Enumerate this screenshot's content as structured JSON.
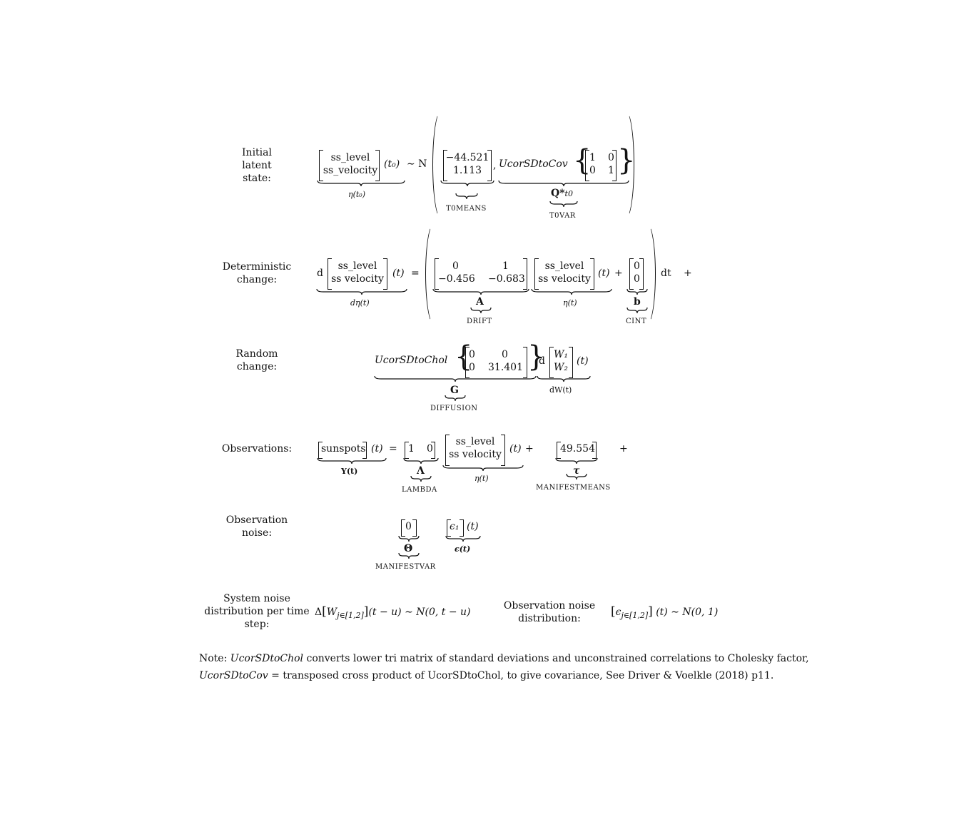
{
  "labels": {
    "initial": "Initial\nlatent\nstate:",
    "deterministic": "Deterministic\nchange:",
    "random": "Random\nchange:",
    "observations": "Observations:",
    "obs_noise": "Observation\nnoise:",
    "sys_noise_dist": "System noise\ndistribution per time\nstep:",
    "obs_noise_dist": "Observation noise\ndistribution:"
  },
  "state": {
    "level": "ss_level",
    "velocity": "ss_velocity",
    "velocity_alt": "ss velocity"
  },
  "initial": {
    "t0": "(t₀)",
    "dist": "∼ N",
    "means": [
      "−44.521",
      "1.113"
    ],
    "comma": ",",
    "func": "UcorSDtoCov",
    "var_matrix": [
      [
        "1",
        "0"
      ],
      [
        "0",
        "1"
      ]
    ],
    "eta_t0": "η(t₀)",
    "t0means_label": "T0MEANS",
    "q_label": "Q*",
    "q_sub": "t0",
    "t0var_label": "T0VAR"
  },
  "deterministic": {
    "d": "d",
    "t": "(t)",
    "eq": "=",
    "drift": [
      [
        "0",
        "1"
      ],
      [
        "−0.456",
        "−0.683"
      ]
    ],
    "plus": "+",
    "cint": [
      "0",
      "0"
    ],
    "dt": "dt",
    "trailing_plus": "+",
    "d_eta": "dη(t)",
    "a_label": "A",
    "drift_label": "DRIFT",
    "eta_label": "η(t)",
    "b_label": "b",
    "cint_label": "CINT"
  },
  "random": {
    "func": "UcorSDtoChol",
    "diff": [
      [
        "0",
        "0"
      ],
      [
        "0",
        "31.401"
      ]
    ],
    "d": "d",
    "w": [
      "W₁",
      "W₂"
    ],
    "t": "(t)",
    "g_label": "G",
    "diffusion_label": "DIFFUSION",
    "dw_label": "dW(t)"
  },
  "observations": {
    "y": "sunspots",
    "t": "(t)",
    "eq": "=",
    "lambda": [
      "1",
      "0"
    ],
    "plus": "+",
    "means": "49.554",
    "trailing_plus": "+",
    "y_label": "Y(t)",
    "lambda_sym": "Λ",
    "lambda_label": "LAMBDA",
    "eta_label": "η(t)",
    "tau_sym": "τ",
    "means_label": "MANIFESTMEANS"
  },
  "obs_noise": {
    "theta": "0",
    "eps": "ϵ₁",
    "t": "(t)",
    "theta_sym": "Θ",
    "var_label": "MANIFESTVAR",
    "eps_label": "ϵ(t)"
  },
  "distributions": {
    "sys": "Δ[W_{j∈[1,2]}](t − u) ∼ N(0, t − u)",
    "sys_delta": "Δ",
    "sys_w": "W",
    "sys_sub": "j∈[1,2]",
    "sys_rest": "(t − u) ∼ N(0, t − u)",
    "obs_eps": "ϵ",
    "obs_sub": "j∈[1,2]",
    "obs_rest": "(t) ∼ N(0, 1)"
  },
  "note": {
    "prefix": "Note: ",
    "chol": "UcorSDtoChol",
    "line1_rest": " converts lower tri matrix of standard deviations and unconstrained correlations to Cholesky factor,",
    "cov": "UcorSDtoCov",
    "line2_rest": " =  transposed cross product of UcorSDtoChol, to give covariance, See Driver & Voelkle (2018) p11."
  }
}
